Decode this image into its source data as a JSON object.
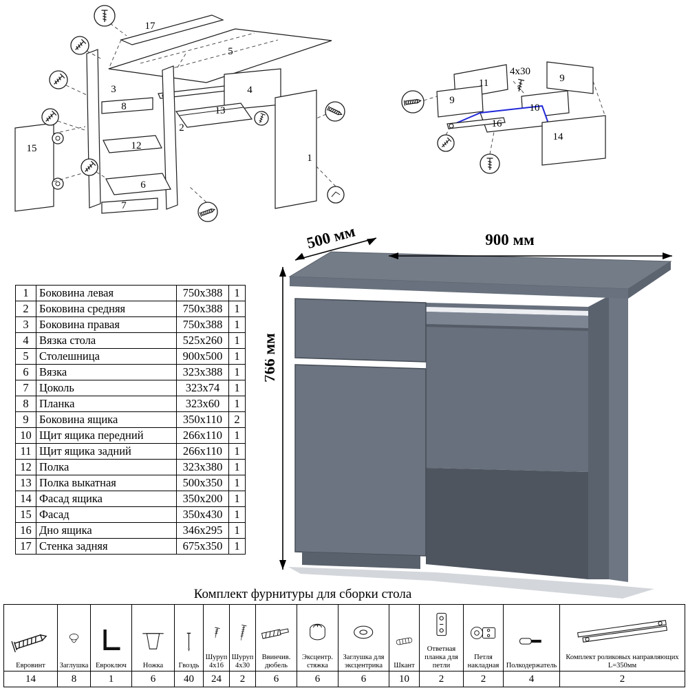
{
  "dimensions": {
    "width": "900 мм",
    "depth": "500 мм",
    "height": "766 мм"
  },
  "diagram_main": {
    "labels": {
      "n1": "1",
      "n2": "2",
      "n3": "3",
      "n4": "4",
      "n5": "5",
      "n6": "6",
      "n7": "7",
      "n8": "8",
      "n12": "12",
      "n13": "13",
      "n15": "15",
      "n17": "17"
    }
  },
  "diagram_drawer": {
    "labels": {
      "n9a": "9",
      "n9b": "9",
      "n10": "10",
      "n11": "11",
      "n14": "14",
      "n16": "16",
      "screw_note": "4х30"
    }
  },
  "parts_table": {
    "rows": [
      {
        "num": "1",
        "name": "Боковина левая",
        "size": "750х388",
        "qty": "1"
      },
      {
        "num": "2",
        "name": "Боковина средняя",
        "size": "750х388",
        "qty": "1"
      },
      {
        "num": "3",
        "name": "Боковина правая",
        "size": "750х388",
        "qty": "1"
      },
      {
        "num": "4",
        "name": "Вязка стола",
        "size": "525х260",
        "qty": "1"
      },
      {
        "num": "5",
        "name": "Столешница",
        "size": "900х500",
        "qty": "1"
      },
      {
        "num": "6",
        "name": "Вязка",
        "size": "323х388",
        "qty": "1"
      },
      {
        "num": "7",
        "name": "Цоколь",
        "size": "323х74",
        "qty": "1"
      },
      {
        "num": "8",
        "name": "Планка",
        "size": "323х60",
        "qty": "1"
      },
      {
        "num": "9",
        "name": "Боковина ящика",
        "size": "350х110",
        "qty": "2"
      },
      {
        "num": "10",
        "name": "Щит ящика передний",
        "size": "266х110",
        "qty": "1"
      },
      {
        "num": "11",
        "name": "Щит ящика задний",
        "size": "266х110",
        "qty": "1"
      },
      {
        "num": "12",
        "name": "Полка",
        "size": "323х380",
        "qty": "1"
      },
      {
        "num": "13",
        "name": "Полка выкатная",
        "size": "500х350",
        "qty": "1"
      },
      {
        "num": "14",
        "name": "Фасад ящика",
        "size": "350х200",
        "qty": "1"
      },
      {
        "num": "15",
        "name": "Фасад",
        "size": "350х430",
        "qty": "1"
      },
      {
        "num": "16",
        "name": "Дно ящика",
        "size": "346х295",
        "qty": "1"
      },
      {
        "num": "17",
        "name": "Стенка задняя",
        "size": "675х350",
        "qty": "1"
      }
    ]
  },
  "hardware": {
    "title": "Комплект фурнитуры для сборки стола",
    "items": [
      {
        "name": "Евровинт",
        "qty": "14",
        "icon": "eurovint-icon"
      },
      {
        "name": "Заглушка",
        "qty": "8",
        "icon": "cap-icon"
      },
      {
        "name": "Евроключ",
        "qty": "1",
        "icon": "hexkey-icon"
      },
      {
        "name": "Ножка",
        "qty": "6",
        "icon": "leg-icon"
      },
      {
        "name": "Гвоздь",
        "qty": "40",
        "icon": "nail-icon"
      },
      {
        "name": "Шуруп 4х16",
        "qty": "24",
        "icon": "screw-16-icon"
      },
      {
        "name": "Шуруп 4х30",
        "qty": "2",
        "icon": "screw-30-icon"
      },
      {
        "name": "Ввинчив. дюбель",
        "qty": "6",
        "icon": "insert-dowel-icon"
      },
      {
        "name": "Эксцентр. стяжка",
        "qty": "6",
        "icon": "cam-lock-icon"
      },
      {
        "name": "Заглушка для эксцентрика",
        "qty": "6",
        "icon": "cam-cap-icon"
      },
      {
        "name": "Шкант",
        "qty": "10",
        "icon": "dowel-icon"
      },
      {
        "name": "Ответная планка для петли",
        "qty": "2",
        "icon": "hinge-plate-icon"
      },
      {
        "name": "Петля накладная",
        "qty": "2",
        "icon": "hinge-icon"
      },
      {
        "name": "Полкодержатель",
        "qty": "4",
        "icon": "shelf-pin-icon"
      },
      {
        "name": "Комплект роликовых направляющих L=350мм",
        "qty": "2",
        "icon": "drawer-slides-icon"
      }
    ]
  }
}
